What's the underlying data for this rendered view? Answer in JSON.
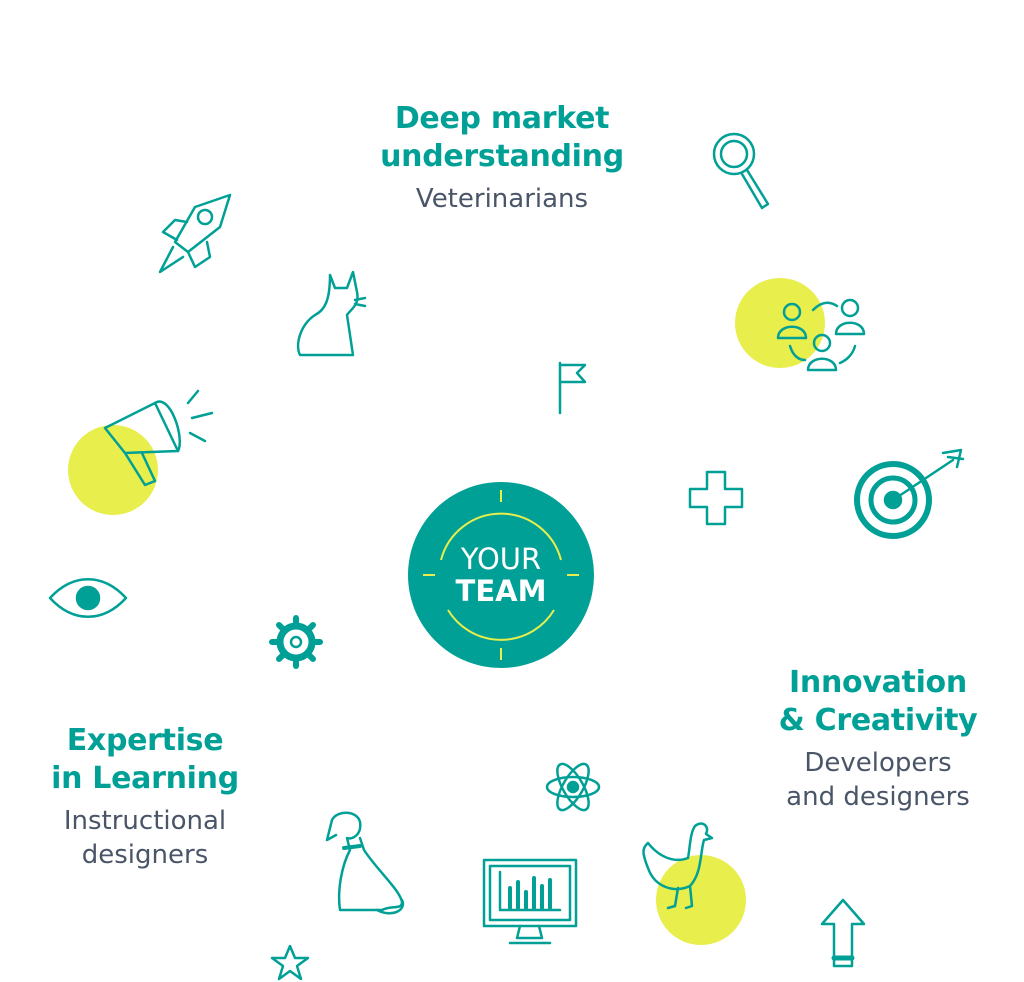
{
  "center": {
    "line1": "YOUR",
    "line2": "TEAM"
  },
  "blocks": [
    {
      "title_lines": [
        "Deep market",
        "understanding"
      ],
      "subtitle_lines": [
        "Veterinarians"
      ]
    },
    {
      "title_lines": [
        "Innovation",
        "& Creativity"
      ],
      "subtitle_lines": [
        "Developers",
        "and designers"
      ]
    },
    {
      "title_lines": [
        "Expertise",
        "in Learning"
      ],
      "subtitle_lines": [
        "Instructional",
        "designers"
      ]
    }
  ],
  "colors": {
    "teal": "#00a096",
    "accent": "#e8ee4c",
    "text": "#4a5568"
  }
}
